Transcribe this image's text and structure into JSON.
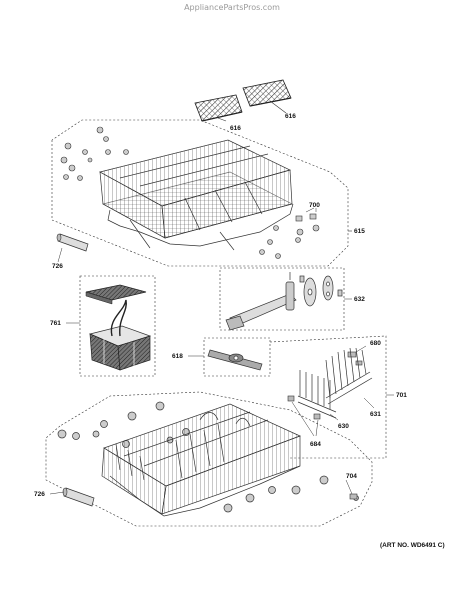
{
  "watermark": "AppliancePartsPros.com",
  "art_number": "(ART NO. WD6491 C)",
  "labels": {
    "l616a": "616",
    "l616b": "616",
    "l700": "700",
    "l615": "615",
    "l726a": "726",
    "l761": "761",
    "l632": "632",
    "l618": "618",
    "l680": "680",
    "l701": "701",
    "l631": "631",
    "l630": "630",
    "l684": "684",
    "l704": "704",
    "l726b": "726"
  },
  "colors": {
    "line": "#3a3a3a",
    "part": "#d8d8d8",
    "dark": "#555555"
  }
}
